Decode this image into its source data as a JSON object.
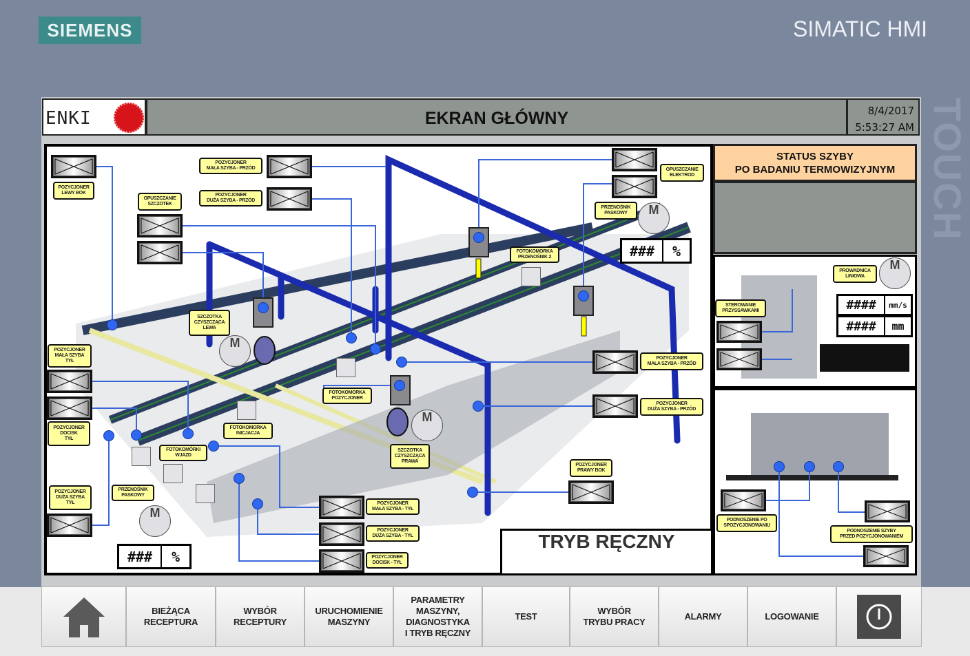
{
  "brand": {
    "siemens": "SIEMENS",
    "simatic": "SIMATIC HMI",
    "touch": "TOUCH",
    "logo_text": "ENKI"
  },
  "header": {
    "title": "EKRAN GŁÓWNY",
    "date": "8/4/2017",
    "time": "5:53:27 AM"
  },
  "labels": [
    "POZYCJONER\nLEWY BOK",
    "OPUSZCZANIE\nSZCZOTEK",
    "POZYCJONER\nMAŁA SZYBA - PRZÓD",
    "POZYCJONER\nDUŻA SZYBA - PRZÓD",
    "SZCZOTKA\nCZYSZCZĄCA\nLEWA",
    "POZYCJONER\nMAŁA SZYBA\nTYŁ",
    "POZYCJONER\nDOCISK\nTYŁ",
    "POZYCJONER\nDUŻA SZYBA\nTYŁ",
    "PRZENOŚNIK\nPASKOWY",
    "FOTOKOMÓRKI\nWJAZD",
    "FOTOKOMORKA\nINICJACJA",
    "FOTOKOMORKA\nPOZYCJONER",
    "SZCZOTKA\nCZYSZCZĄCA\nPRAWA",
    "POZYCJONER\nMAŁA SZYBA - TYŁ",
    "POZYCJONER\nDUŻA SZYBA - TYŁ",
    "POZYCJONER\nDOCISK - TYŁ",
    "FOTOKOMORKA\nPRZENOŚNIK 2",
    "PRZENOŚNIK\nPASKOWY",
    "OPUSZCZANIE\nELEKTROD",
    "POZYCJONER\nMAŁA SZYBA - PRZÓD",
    "POZYCJONER\nDUŻA SZYBA - PRZÓD",
    "POZYCJONER\nPRAWY BOK",
    "PROWADNICA\nLINIOWA",
    "STEROWANIE\nPRZYSSAWKAMI",
    "PODNOSZENIE PO\nSPOZYCJONOWANIU",
    "PODNOSZENIE SZYBY\nPRZED POZYCJONOWANIEM"
  ],
  "motor_label": "M",
  "displays": [
    {
      "value": "###",
      "unit": "%"
    },
    {
      "value": "###",
      "unit": "%"
    },
    {
      "value": "####",
      "unit": "mm/s"
    },
    {
      "value": "####",
      "unit": "mm"
    }
  ],
  "status": {
    "title": "STATUS SZYBY\nPO BADANIU TERMOWIZYJNYM"
  },
  "mode": "TRYB RĘCZNY",
  "nav": [
    "BIEŻĄCA\nRECEPTURA",
    "WYBÓR\nRECEPTURY",
    "URUCHOMIENIE\nMASZYNY",
    "PARAMETRY\nMASZYNY,\nDIAGNOSTYKA\nI TRYB RĘCZNY",
    "TEST",
    "WYBÓR\nTRYBU PRACY",
    "ALARMY",
    "LOGOWANIE"
  ],
  "colors": {
    "background": "#7a879d",
    "label": "#ffff9e",
    "status": "#ffd3a0",
    "indicator": "#2f67f0",
    "frame": "#1a2bb0"
  }
}
